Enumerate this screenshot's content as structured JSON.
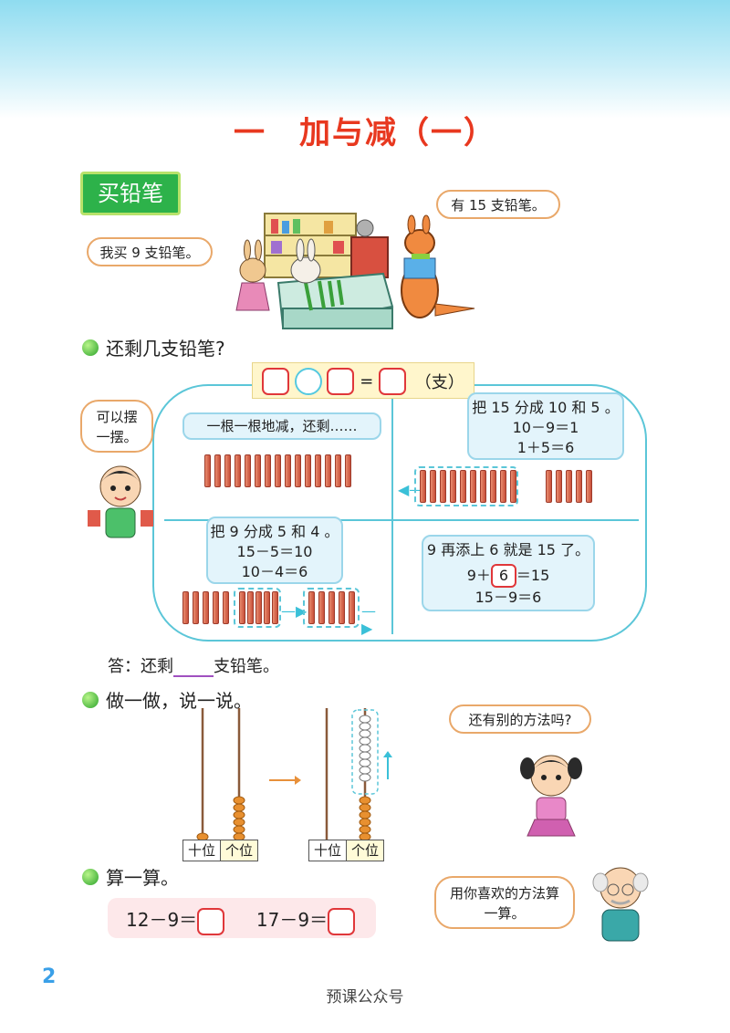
{
  "header": {
    "title": "一　加与减（一）"
  },
  "lesson": {
    "tag": "买铅笔"
  },
  "scene": {
    "rabbit_bubble": "我买 9 支铅笔。",
    "kangaroo_bubble": "有 15 支铅笔。"
  },
  "section1": {
    "heading": "还剩几支铅笔?",
    "equation_unit": "（支）",
    "boy_bubble": "可以摆一摆。",
    "card_a": "一根一根地减，还剩……",
    "card_b": {
      "line1": "把 15 分成 10 和 5 。",
      "line2": "10－9＝1",
      "line3": "1＋5＝6"
    },
    "card_c": {
      "line1": "把 9 分成 5 和 4 。",
      "line2": "15－5＝10",
      "line3": "10－4＝6"
    },
    "card_d": {
      "line1": "9 再添上 6 就是 15 了。",
      "line2_a": "9＋",
      "line2_box": "6",
      "line2_b": "＝15",
      "line3": "15－9＝6"
    },
    "answer_a": "答：还剩",
    "answer_b": "支铅笔。"
  },
  "section2": {
    "heading": "做一做，说一说。",
    "girl_bubble": "还有别的方法吗?",
    "abacus_left": {
      "tens": "十位",
      "ones": "个位"
    },
    "abacus_right": {
      "tens": "十位",
      "ones": "个位"
    }
  },
  "section3": {
    "heading": "算一算。",
    "problem1": "12－9＝",
    "problem2": "17－9＝",
    "grandpa_bubble": "用你喜欢的方法算一算。"
  },
  "page": {
    "number": "2",
    "footer": "预课公众号"
  },
  "colors": {
    "title_red": "#e8381f",
    "tag_green": "#2db24a",
    "stick": "#d9664c",
    "frame_cyan": "#5bc6d8"
  }
}
